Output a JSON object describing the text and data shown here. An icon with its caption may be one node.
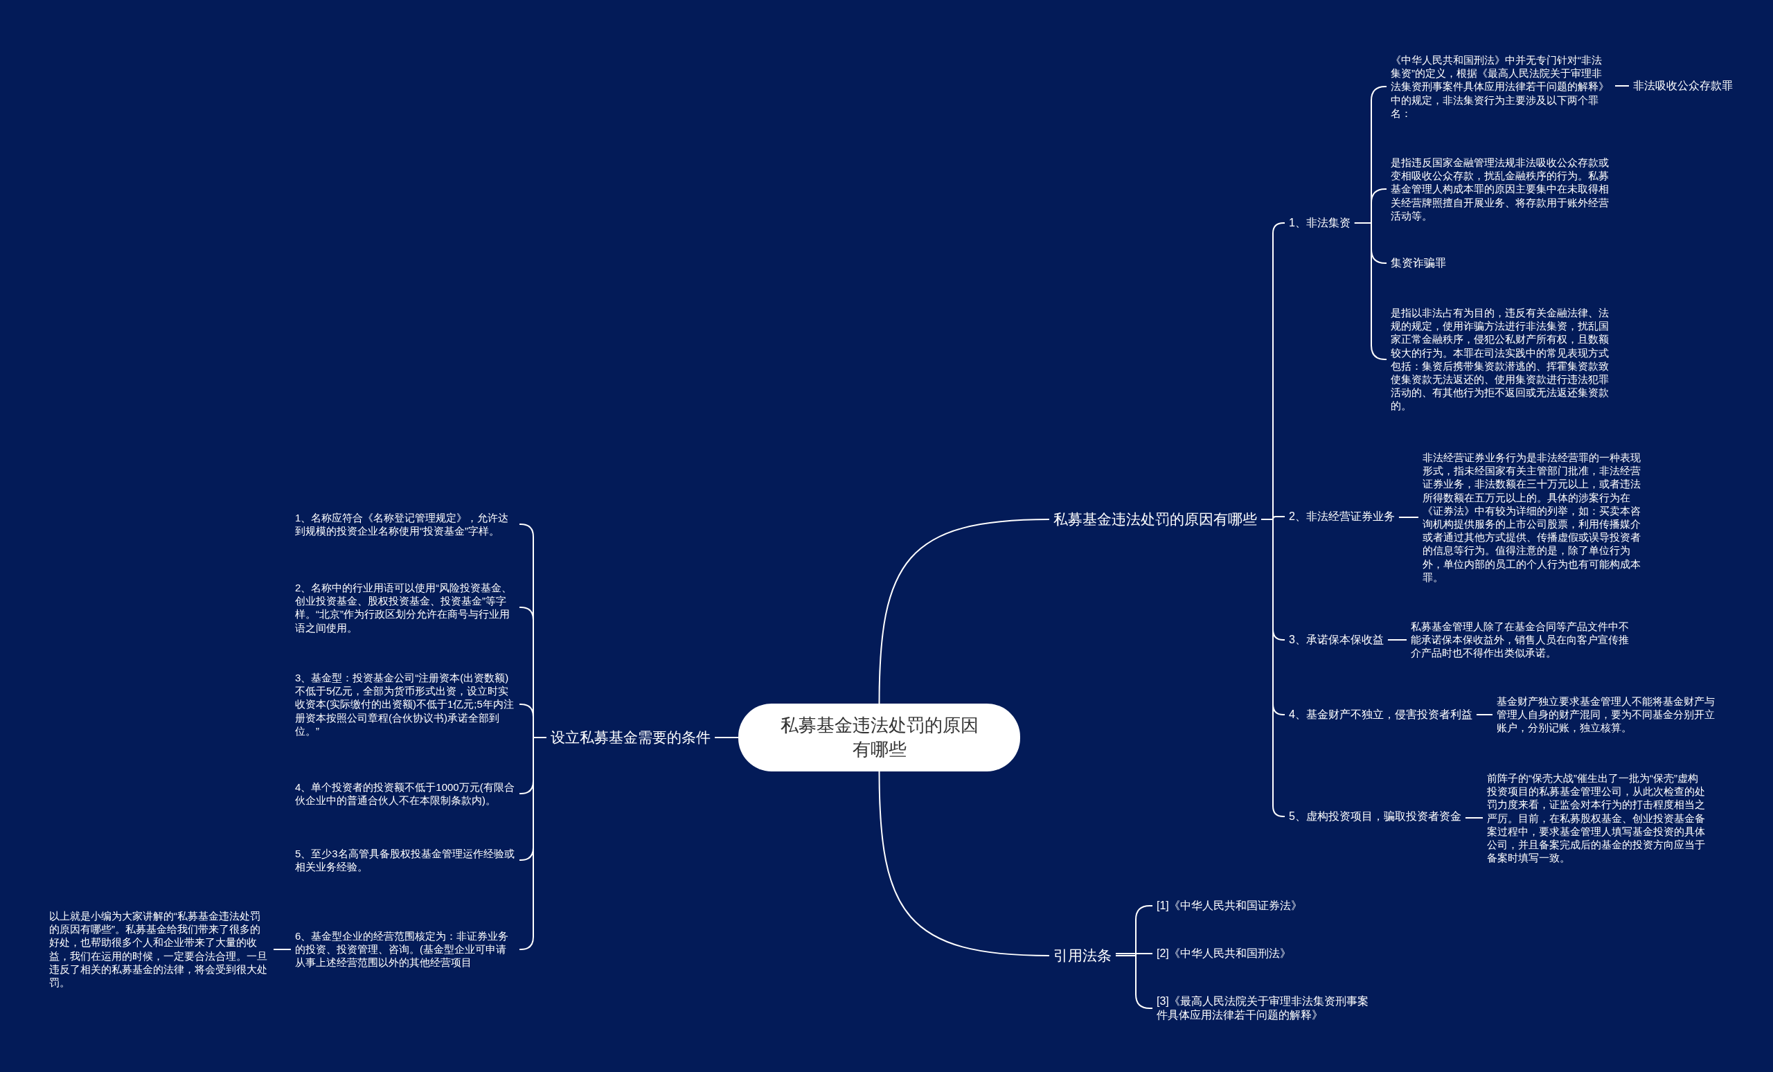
{
  "diagram": {
    "nodes": [
      {
        "text": [
          "私募基金违法处罚的原因有哪些"
        ]
      },
      {
        "text": [
          "私募基金违法处罚的原因有哪些"
        ]
      },
      {
        "text": [
          "1、非法集资"
        ]
      },
      {
        "text": [
          "《中华人民共和国刑法》中并无专门针对“非法集资”的定义，根据《最高人民法院关于审理非法集资刑事案件具体应用法律若干问题的解释》中的规定，非法集资行为主要涉及以下两个罪名："
        ]
      },
      {
        "text": [
          "非法吸收公众存款罪"
        ]
      },
      {
        "text": [
          "是指违反国家金融管理法规非法吸收公众存款或变相吸收公众存款，扰乱金融秩序的行为。私募基金管理人构成本罪的原因主要集中在未取得相关经营牌照擅自开展业务、将存款用于账外经营活动等。"
        ]
      },
      {
        "text": [
          "集资诈骗罪"
        ]
      },
      {
        "text": [
          "是指以非法占有为目的，违反有关金融法律、法规的规定，使用诈骗方法进行非法集资，扰乱国家正常金融秩序，侵犯公私财产所有权，且数额较大的行为。本罪在司法实践中的常见表现方式包括：集资后携带集资款潜逃的、挥霍集资款致使集资款无法返还的、使用集资款进行违法犯罪活动的、有其他行为拒不返回或无法返还集资款的。"
        ]
      },
      {
        "text": [
          "2、非法经营证券业务"
        ]
      },
      {
        "text": [
          "非法经营证券业务行为是非法经营罪的一种表现形式，指未经国家有关主管部门批准，非法经营证券业务，非法数额在三十万元以上，或者违法所得数额在五万元以上的。具体的涉案行为在《证券法》中有较为详细的列举，如：买卖本咨询机构提供服务的上市公司股票，利用传播媒介或者通过其他方式提供、传播虚假或误导投资者的信息等行为。值得注意的是，除了单位行为外，单位内部的员工的个人行为也有可能构成本罪。"
        ]
      },
      {
        "text": [
          "3、承诺保本保收益"
        ]
      },
      {
        "text": [
          "私募基金管理人除了在基金合同等产品文件中不能承诺保本保收益外，销售人员在向客户宣传推介产品时也不得作出类似承诺。"
        ]
      },
      {
        "text": [
          "4、基金财产不独立，侵害投资者利益"
        ]
      },
      {
        "text": [
          "基金财产独立要求基金管理人不能将基金财产与管理人自身的财产混同，要为不同基金分别开立账户，分别记账，独立核算。"
        ]
      },
      {
        "text": [
          "5、虚构投资项目，骗取投资者资金"
        ]
      },
      {
        "text": [
          "前阵子的“保壳大战”催生出了一批为“保壳”虚构投资项目的私募基金管理公司，从此次检查的处罚力度来看，证监会对本行为的打击程度相当之严厉。目前，在私募股权基金、创业投资基金备案过程中，要求基金管理人填写基金投资的具体公司，并且备案完成后的基金的投资方向应当于备案时填写一致。"
        ]
      },
      {
        "text": [
          "引用法条"
        ]
      },
      {
        "text": [
          "[1]《中华人民共和国证券法》"
        ]
      },
      {
        "text": [
          "[2]《中华人民共和国刑法》"
        ]
      },
      {
        "text": [
          "[3]《最高人民法院关于审理非法集资刑事案件具体应用法律若干问题的解释》"
        ]
      },
      {
        "text": [
          "设立私募基金需要的条件"
        ]
      },
      {
        "text": [
          "1、名称应符合《名称登记管理规定》，允许达到规模的投资企业名称使用“投资基金”字样。"
        ]
      },
      {
        "text": [
          "2、名称中的行业用语可以使用“风险投资基金、创业投资基金、股权投资基金、投资基金”等字样。“北京”作为行政区划分允许在商号与行业用语之间使用。"
        ]
      },
      {
        "text": [
          "3、基金型：投资基金公司“注册资本(出资数额)不低于5亿元，全部为货币形式出资，设立时实收资本(实际缴付的出资额)不低于1亿元;5年内注册资本按照公司章程(合伙协议书)承诺全部到位。”"
        ]
      },
      {
        "text": [
          "4、单个投资者的投资额不低于1000万元(有限合伙企业中的普通合伙人不在本限制条款内)。"
        ]
      },
      {
        "text": [
          "5、至少3名高管具备股权投基金管理运作经验或相关业务经验。"
        ]
      },
      {
        "text": [
          "6、基金型企业的经营范围核定为：非证券业务的投资、投资管理、咨询。(基金型企业可申请从事上述经营范围以外的其他经营项目"
        ]
      },
      {
        "text": [
          "以上就是小编为大家讲解的“私募基金违法处罚的原因有哪些”。私募基金给我们带来了很多的好处，也帮助很多个人和企业带来了大量的收益，我们在运用的时候，一定要合法合理。一旦违反了相关的私募基金的法律，将会受到很大处罚。"
        ]
      }
    ],
    "edges": [
      {
        "from": 0,
        "to": 1,
        "arrow": "none"
      },
      {
        "from": 1,
        "to": 2,
        "arrow": "none"
      },
      {
        "from": 2,
        "to": 3,
        "arrow": "none"
      },
      {
        "from": 3,
        "to": 4,
        "arrow": "none"
      },
      {
        "from": 2,
        "to": 5,
        "arrow": "none"
      },
      {
        "from": 2,
        "to": 6,
        "arrow": "none"
      },
      {
        "from": 2,
        "to": 7,
        "arrow": "none"
      },
      {
        "from": 1,
        "to": 8,
        "arrow": "none"
      },
      {
        "from": 8,
        "to": 9,
        "arrow": "none"
      },
      {
        "from": 1,
        "to": 10,
        "arrow": "none"
      },
      {
        "from": 10,
        "to": 11,
        "arrow": "none"
      },
      {
        "from": 1,
        "to": 12,
        "arrow": "none"
      },
      {
        "from": 12,
        "to": 13,
        "arrow": "none"
      },
      {
        "from": 1,
        "to": 14,
        "arrow": "none"
      },
      {
        "from": 14,
        "to": 15,
        "arrow": "none"
      },
      {
        "from": 0,
        "to": 16,
        "arrow": "none"
      },
      {
        "from": 16,
        "to": 17,
        "arrow": "none"
      },
      {
        "from": 16,
        "to": 18,
        "arrow": "none"
      },
      {
        "from": 16,
        "to": 19,
        "arrow": "none"
      },
      {
        "from": 0,
        "to": 20,
        "arrow": "none"
      },
      {
        "from": 20,
        "to": 21,
        "arrow": "none"
      },
      {
        "from": 20,
        "to": 22,
        "arrow": "none"
      },
      {
        "from": 20,
        "to": 23,
        "arrow": "none"
      },
      {
        "from": 20,
        "to": 24,
        "arrow": "none"
      },
      {
        "from": 20,
        "to": 25,
        "arrow": "none"
      },
      {
        "from": 20,
        "to": 26,
        "arrow": "none"
      },
      {
        "from": 26,
        "to": 27,
        "arrow": "none"
      }
    ]
  }
}
